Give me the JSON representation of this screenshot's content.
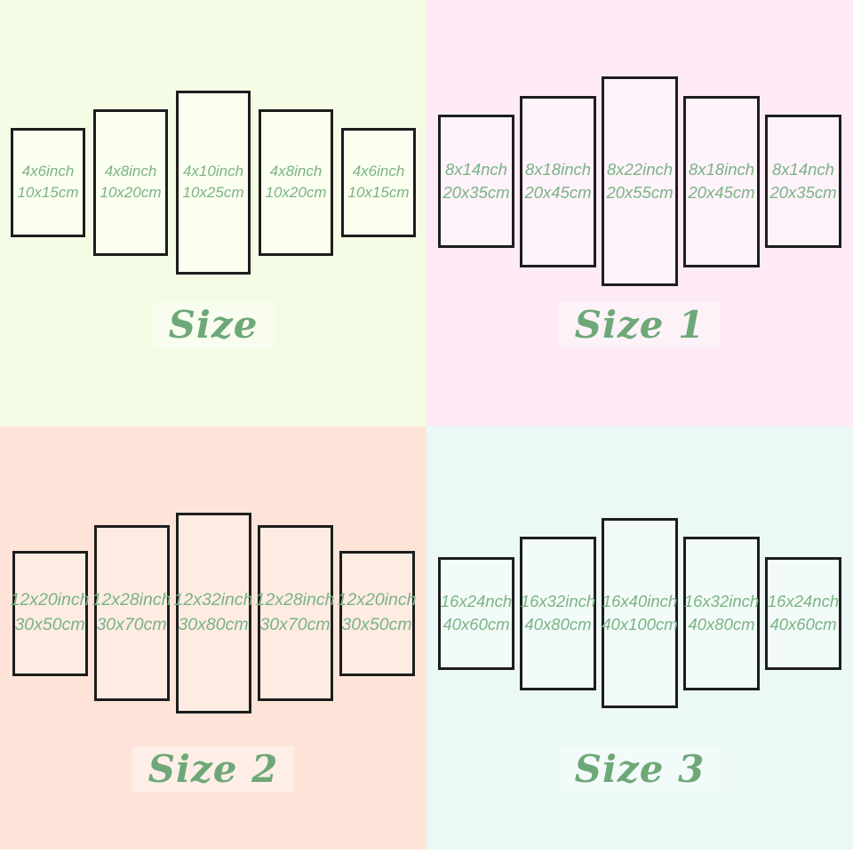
{
  "colors": {
    "text_green": "#7bb385",
    "title_green": "#6ea878",
    "panel_border": "#1d1d1d",
    "page_background": "#ffffff"
  },
  "quadrants": [
    {
      "label": "Size",
      "background": "#f4fce6",
      "panel_fill": "#fbffef",
      "panels": [
        {
          "inch": "4x6inch",
          "cm": "10x15cm"
        },
        {
          "inch": "4x8inch",
          "cm": "10x20cm"
        },
        {
          "inch": "4x10inch",
          "cm": "10x25cm"
        },
        {
          "inch": "4x8inch",
          "cm": "10x20cm"
        },
        {
          "inch": "4x6inch",
          "cm": "10x15cm"
        }
      ]
    },
    {
      "label": "Size 1",
      "background": "#fdeaf6",
      "panel_fill": "#fef3fa",
      "panels": [
        {
          "inch": "8x14nch",
          "cm": "20x35cm"
        },
        {
          "inch": "8x18inch",
          "cm": "20x45cm"
        },
        {
          "inch": "8x22inch",
          "cm": "20x55cm"
        },
        {
          "inch": "8x18inch",
          "cm": "20x45cm"
        },
        {
          "inch": "8x14nch",
          "cm": "20x35cm"
        }
      ]
    },
    {
      "label": "Size 2",
      "background": "#fee4d8",
      "panel_fill": "#feece3",
      "panels": [
        {
          "inch": "12x20inch",
          "cm": "30x50cm"
        },
        {
          "inch": "12x28inch",
          "cm": "30x70cm"
        },
        {
          "inch": "12x32inch",
          "cm": "30x80cm"
        },
        {
          "inch": "12x28inch",
          "cm": "30x70cm"
        },
        {
          "inch": "12x20inch",
          "cm": "30x50cm"
        }
      ]
    },
    {
      "label": "Size 3",
      "background": "#ebf8f5",
      "panel_fill": "#f2fbf8",
      "panels": [
        {
          "inch": "16x24nch",
          "cm": "40x60cm"
        },
        {
          "inch": "16x32inch",
          "cm": "40x80cm"
        },
        {
          "inch": "16x40inch",
          "cm": "40x100cm"
        },
        {
          "inch": "16x32inch",
          "cm": "40x80cm"
        },
        {
          "inch": "16x24nch",
          "cm": "40x60cm"
        }
      ]
    }
  ]
}
